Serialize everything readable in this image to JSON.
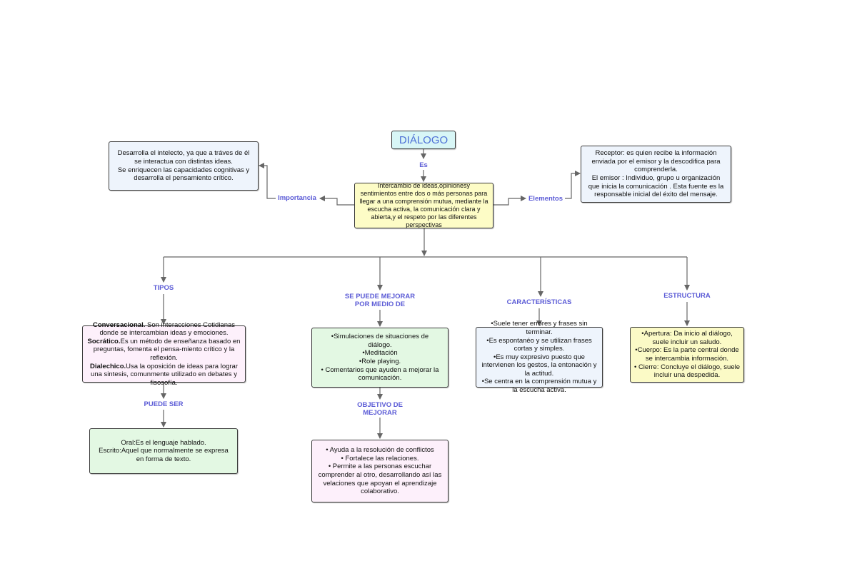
{
  "title": "DIÁLOGO",
  "labels": {
    "es": "Es",
    "importancia": "Importancia",
    "elementos": "Elementos",
    "tipos": "TIPOS",
    "mejorar_line1": "SE PUEDE MEJORAR",
    "mejorar_line2": "POR MEDIO DE",
    "caracteristicas": "CARACTERÍSTICAS",
    "estructura": "ESTRUCTURA",
    "puede_ser": "PUEDE SER",
    "objetivo_line1": "OBJETIVO DE",
    "objetivo_line2": "MEJORAR"
  },
  "definition": "Intercambio de ideas,opinionesy sentimientos entre dos o más personas para llegar a una comprensión mutua, mediante la escucha activa, la comunicación clara y abierta,y el respeto por las diferentes perspectivas",
  "importancia_box": {
    "line1": "Desarrolla el intelecto, ya que a tráves de él se interactua con distintas ideas.",
    "line2": "Se enriquecen las capacidades cognitivas y desarrolla el pensamiento crítico."
  },
  "elementos_box": {
    "line1": "Receptor: es quien recibe la información enviada por el emisor y la descodifica para comprenderla.",
    "line2": "El emisor : Individuo, grupo u organización que inicia la comunicación . Esta fuente es la responsable inicial del éxito del mensaje."
  },
  "tipos_box": {
    "t1_bold": "Conversacional.",
    "t1": " Son interacciones Cotidianas donde se intercambian ideas y emociones.",
    "t2_bold": "Socrático.",
    "t2": "Es un método de enseñanza basado en preguntas, fomenta el pensa-miento crítico y la reflexión.",
    "t3_bold": "Dialechico.",
    "t3": "Usa la oposición de ideas para lograr una sintesis, comunmente utilizado en debates y fisosofía."
  },
  "puede_ser_box": {
    "line1": "Oral:Es el lenguaje hablado.",
    "line2": "Escrito:Aquel que normalmente se expresa en forma de texto."
  },
  "mejorar_box": {
    "line1": "•Simulaciones de situaciones de diálogo.",
    "line2": "•Meditación",
    "line3": "•Role playing.",
    "line4": "• Comentarios que ayuden a mejorar la comunicación."
  },
  "objetivo_box": {
    "line1": "• Ayuda a la resolución de conflictos",
    "line2": "• Fortalece las relaciones.",
    "line3": "• Permite a las personas escuchar comprender al otro, desarrollando así las velaciones que apoyan el aprendizaje colaborativo."
  },
  "caracteristicas_box": {
    "line1": "•Suele tener errores y frases sin terminar.",
    "line2": "•Es espontanéo y se utilizan frases cortas y simples.",
    "line3": "•Es muy expresivo puesto que intervienen los gestos, la entonación y la actitud.",
    "line4": "•Se centra en la comprensión mutua y la escucha activa."
  },
  "estructura_box": {
    "line1": "•Apertura: Da inicio al diálogo, suele incluir un saludo.",
    "line2": "•Cuerpo: Es la parte central donde se intercambia información.",
    "line3": "• Cierre: Concluye el diálogo, suele incluir una despedida."
  },
  "colors": {
    "title_bg": "#d8f6f6",
    "definition_bg": "#fdfcc6",
    "blue_bg": "#eef4fc",
    "pink_bg": "#fdf0fb",
    "green_bg": "#e3f8e3",
    "yellow_bg": "#fbfac6",
    "label": "#5b5bd6",
    "connector": "#666666"
  }
}
